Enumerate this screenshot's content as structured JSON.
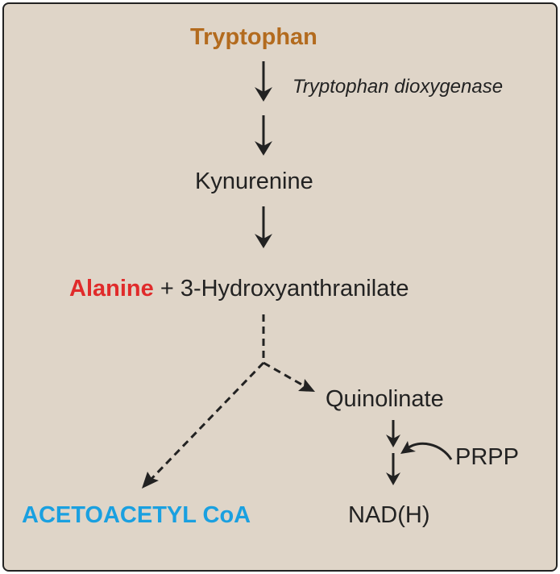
{
  "pathway": {
    "start": {
      "label": "Tryptophan",
      "color": "#b36b1e"
    },
    "enzyme": {
      "label": "Tryptophan dioxygenase"
    },
    "intermediate1": {
      "label": "Kynurenine"
    },
    "products": {
      "alanine": {
        "label": "Alanine",
        "color": "#e02b2b"
      },
      "plus": "+",
      "hydroxy": {
        "label": "3-Hydroxyanthranilate"
      }
    },
    "branch_right": {
      "label": "Quinolinate"
    },
    "cosubstrate": {
      "label": "PRPP"
    },
    "end_right": {
      "label": "NAD(H)"
    },
    "end_left": {
      "label": "ACETOACETYL CoA",
      "color": "#1aa0e0"
    }
  },
  "colors": {
    "background": "#dfd5c8",
    "border": "#222222",
    "arrow": "#222222",
    "text": "#222222"
  }
}
